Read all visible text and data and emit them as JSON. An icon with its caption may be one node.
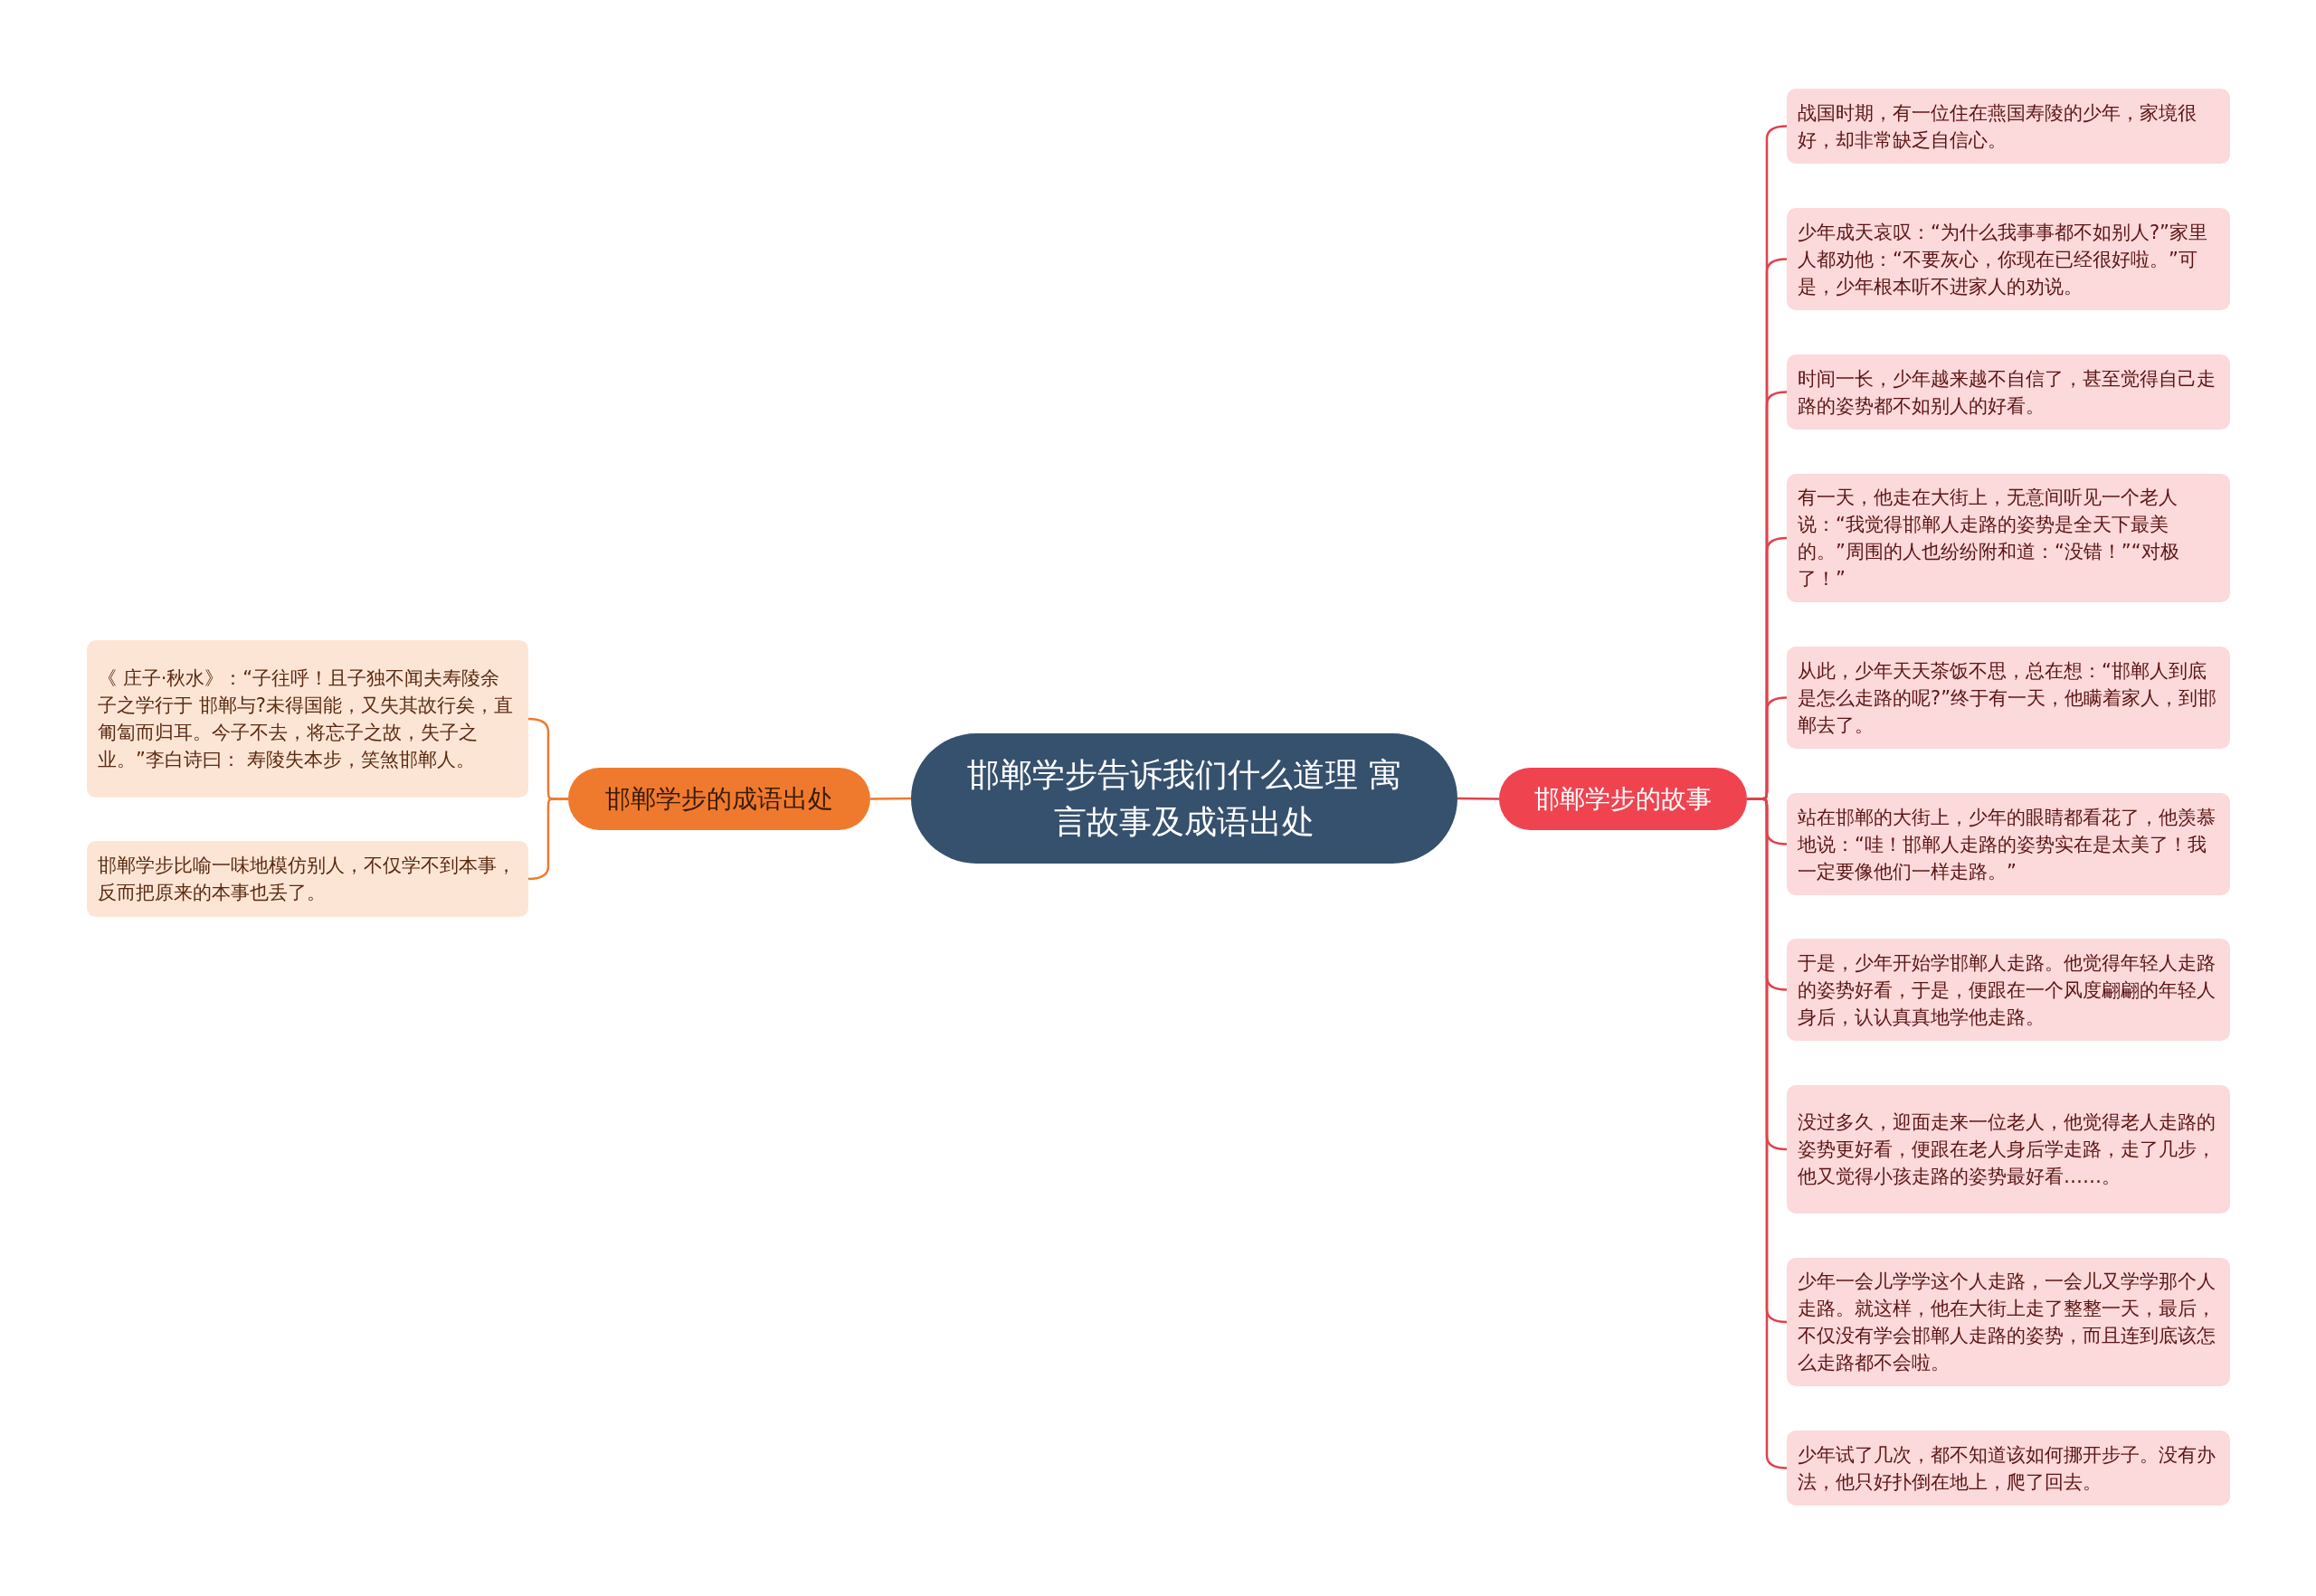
{
  "diagram": {
    "nodes": [
      {
        "text": [
          "邯郸学步告诉我们什么道理 寓言故事及成语出处"
        ]
      },
      {
        "text": [
          "邯郸学步的成语出处"
        ]
      },
      {
        "text": [
          "《 庄子·秋水》：“子往呼！且子独不闻夫寿陵余子之学行于 邯郸与?未得国能，又失其故行矣，直匍匐而归耳。今子不去，将忘子之故，失子之业。”李白诗曰： 寿陵失本步，笑煞邯郸人。"
        ]
      },
      {
        "text": [
          "邯郸学步比喻一味地模仿别人，不仅学不到本事，反而把原来的本事也丢了。"
        ]
      },
      {
        "text": [
          "邯郸学步的故事"
        ]
      },
      {
        "text": [
          "战国时期，有一位住在燕国寿陵的少年，家境很好，却非常缺乏自信心。"
        ]
      },
      {
        "text": [
          "少年成天哀叹：“为什么我事事都不如别人?”家里人都劝他：“不要灰心，你现在已经很好啦。”可是，少年根本听不进家人的劝说。"
        ]
      },
      {
        "text": [
          "时间一长，少年越来越不自信了，甚至觉得自己走路的姿势都不如别人的好看。"
        ]
      },
      {
        "text": [
          "有一天，他走在大街上，无意间听见一个老人说：“我觉得邯郸人走路的姿势是全天下最美的。”周围的人也纷纷附和道：“没错！”“对极了！”"
        ]
      },
      {
        "text": [
          "从此，少年天天茶饭不思，总在想：“邯郸人到底是怎么走路的呢?”终于有一天，他瞒着家人，到邯郸去了。"
        ]
      },
      {
        "text": [
          "站在邯郸的大街上，少年的眼睛都看花了，他羡慕地说：“哇！邯郸人走路的姿势实在是太美了！我一定要像他们一样走路。”"
        ]
      },
      {
        "text": [
          "于是，少年开始学邯郸人走路。他觉得年轻人走路的姿势好看，于是，便跟在一个风度翩翩的年轻人身后，认认真真地学他走路。"
        ]
      },
      {
        "text": [
          "没过多久，迎面走来一位老人，他觉得老人走路的姿势更好看，便跟在老人身后学走路，走了几步，他又觉得小孩走路的姿势最好看……。"
        ]
      },
      {
        "text": [
          "少年一会儿学学这个人走路，一会儿又学学那个人走路。就这样，他在大街上走了整整一天，最后，不仅没有学会邯郸人走路的姿势，而且连到底该怎么走路都不会啦。"
        ]
      },
      {
        "text": [
          "少年试了几次，都不知道该如何挪开步子。没有办法，他只好扑倒在地上，爬了回去。"
        ]
      }
    ],
    "edges": [
      {
        "from": 0,
        "to": 1,
        "arrow": "none",
        "color": "#ef7a2e"
      },
      {
        "from": 1,
        "to": 2,
        "arrow": "none",
        "color": "#ef7a2e"
      },
      {
        "from": 1,
        "to": 3,
        "arrow": "none",
        "color": "#ef7a2e"
      },
      {
        "from": 0,
        "to": 4,
        "arrow": "none"
      },
      {
        "from": 4,
        "to": 5,
        "arrow": "none"
      },
      {
        "from": 4,
        "to": 6,
        "arrow": "none"
      },
      {
        "from": 4,
        "to": 7,
        "arrow": "none"
      },
      {
        "from": 4,
        "to": 8,
        "arrow": "none"
      },
      {
        "from": 4,
        "to": 9,
        "arrow": "none"
      },
      {
        "from": 4,
        "to": 10,
        "arrow": "none"
      },
      {
        "from": 4,
        "to": 11,
        "arrow": "none"
      },
      {
        "from": 4,
        "to": 12,
        "arrow": "none"
      },
      {
        "from": 4,
        "to": 13,
        "arrow": "none"
      },
      {
        "from": 4,
        "to": 14,
        "arrow": "none"
      }
    ]
  }
}
